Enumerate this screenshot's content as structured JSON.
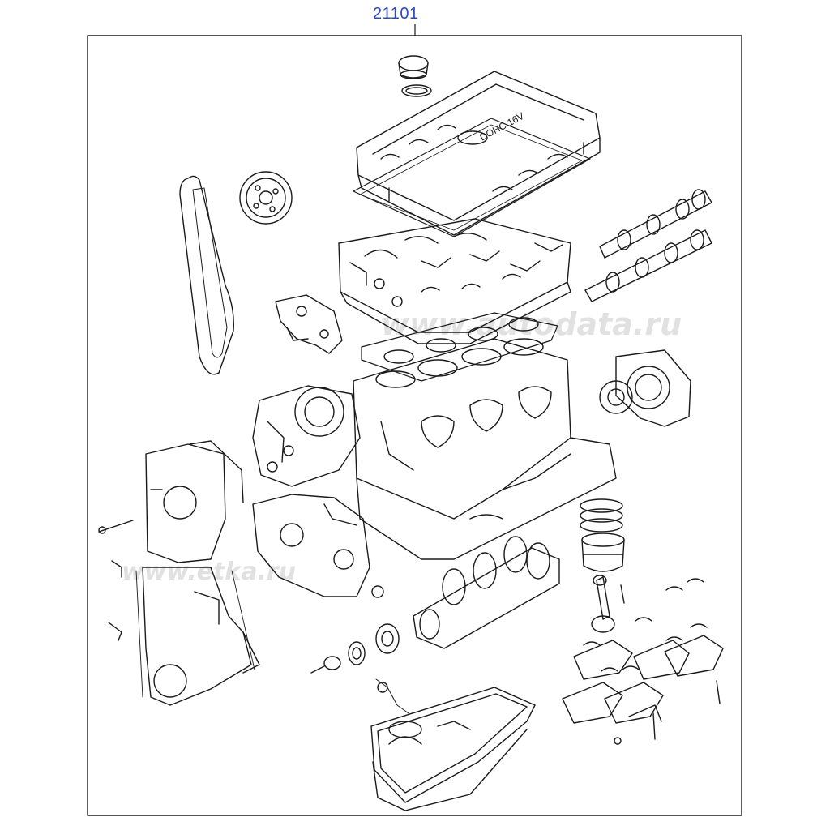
{
  "part_number": "21101",
  "cover_lettering": "DOHC 16V",
  "watermark_top": "www.autodata.ru",
  "watermark_bottom": "www.etka.ru",
  "colors": {
    "line": "#1a1a1a",
    "label": "#2a49c4",
    "background": "#ffffff",
    "watermark": "#c9c9c9"
  }
}
